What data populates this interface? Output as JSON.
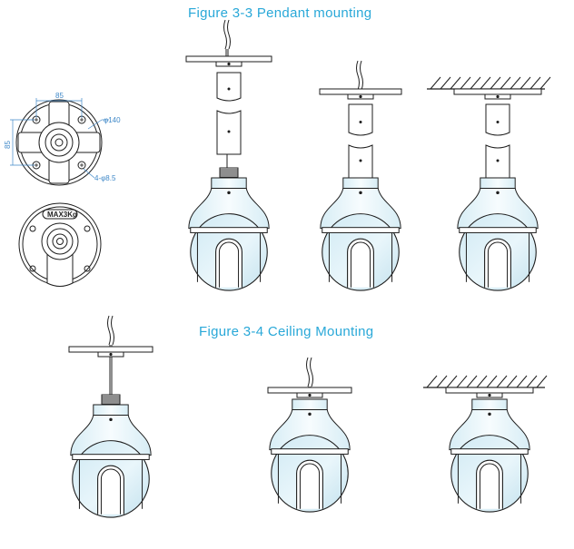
{
  "captions": {
    "pendant": "Figure 3-3 Pendant mounting",
    "ceiling": "Figure 3-4 Ceiling Mounting"
  },
  "dimensions": {
    "width": "85",
    "height": "85",
    "outer_diameter": "φ140",
    "holes": "4-φ8.5"
  },
  "badge": "MAX3Kg",
  "colors": {
    "caption": "#29a8d8",
    "dimension": "#3f88c8",
    "line": "#1e1e1e",
    "dome": "#d4ecf4",
    "body": "#eef7fb"
  }
}
